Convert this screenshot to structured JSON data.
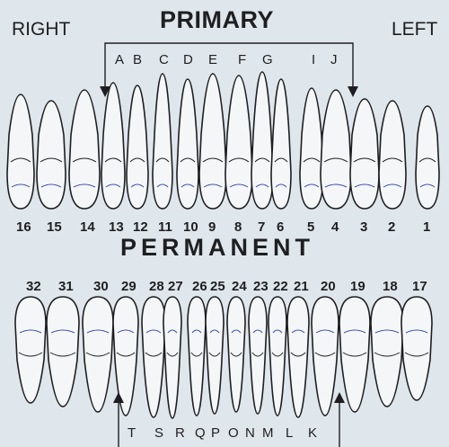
{
  "side_labels": {
    "right": "RIGHT",
    "left": "LEFT"
  },
  "headings": {
    "primary": "PRIMARY",
    "permanent": "PERMANENT"
  },
  "primary_upper_letters": [
    "A",
    "B",
    "C",
    "D",
    "E",
    "F",
    "G",
    "I",
    "J"
  ],
  "primary_lower_letters": [
    "T",
    "S",
    "R",
    "Q",
    "P",
    "O",
    "N",
    "M",
    "L",
    "K"
  ],
  "permanent_upper_numbers": [
    "16",
    "15",
    "14",
    "13",
    "12",
    "11",
    "10",
    "9",
    "8",
    "7",
    "6",
    "5",
    "4",
    "3",
    "2",
    "1"
  ],
  "permanent_lower_numbers": [
    "32",
    "31",
    "30",
    "29",
    "28",
    "27",
    "26",
    "25",
    "24",
    "23",
    "22",
    "21",
    "20",
    "19",
    "18",
    "17"
  ],
  "colors": {
    "background": "#dfe7ec",
    "tooth_fill": "#f4f6f8",
    "outline": "#1e1e22",
    "fissure_accent": "#3b4fa6"
  }
}
